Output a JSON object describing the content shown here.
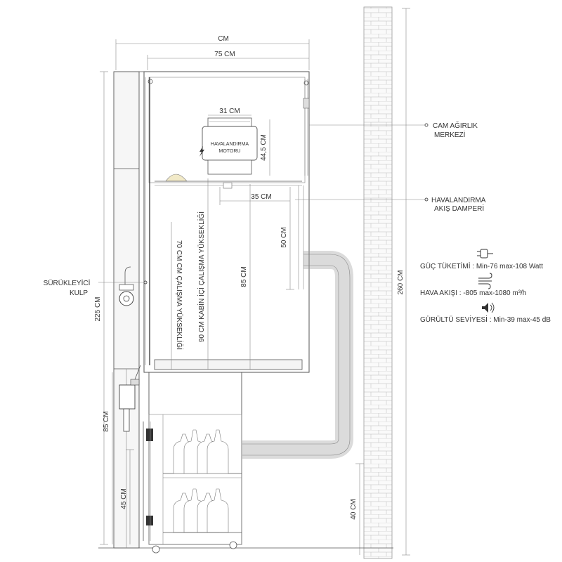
{
  "dimensions": {
    "total_width": "CM",
    "cabinet_width": "75 CM",
    "motor_width": "31 CM",
    "motor_height": "44,5 CM",
    "damper_width": "35 CM",
    "damper_height": "50 CM",
    "interior_height": "85 CM",
    "working_height_70": "70 CM CM ÇALIŞMA YÜKSEKLİĞİ",
    "working_height_90": "90 CM KABİN İÇİ ÇALIŞMA YÜKSEKLİĞİ",
    "overall_height": "225 CM",
    "base_height": "85 CM",
    "lower_height": "45 CM",
    "wall_height": "260 CM",
    "duct_height": "40 CM"
  },
  "labels": {
    "motor_line1": "HAVALANDIRMA",
    "motor_line2": "MOTORU",
    "handle_line1": "SÜRÜKLEYİCİ",
    "handle_line2": "KULP",
    "glass_line1": "CAM AĞIRLIK",
    "glass_line2": "MERKEZİ",
    "damper_line1": "HAVALANDIRMA",
    "damper_line2": "AKIŞ DAMPERİ"
  },
  "specs": {
    "power": "GÜÇ TÜKETİMİ : Min-76 max-108 Watt",
    "airflow": "HAVA AKIŞI :  -805 max-1080 m³/h",
    "noise": "GÜRÜLTÜ SEVİYESİ : Min-39 max-45 dB"
  },
  "icons": [
    "plug-icon",
    "wind-icon",
    "speaker-icon",
    "lightning-icon"
  ]
}
